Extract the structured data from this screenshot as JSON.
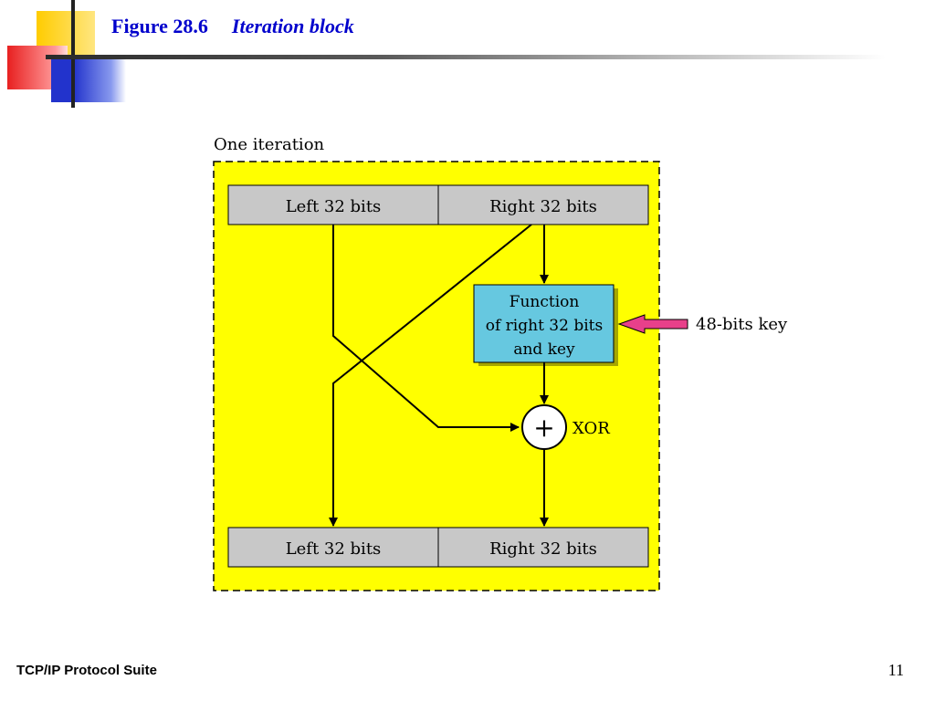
{
  "slide": {
    "figure_number": "Figure 28.6",
    "figure_title": "Iteration block",
    "footer_text": "TCP/IP Protocol Suite",
    "page_number": "11"
  },
  "colors": {
    "title": "#0000cc",
    "block_background": "#ffff00",
    "register_fill": "#c8c8c8",
    "function_fill": "#66c8e0",
    "key_arrow": "#e8408a",
    "deco_yellow": "#ffcc00",
    "deco_red": "#e83030",
    "deco_blue": "#2233cc"
  },
  "diagram": {
    "caption": "One iteration",
    "top_left_label": "Left 32 bits",
    "top_right_label": "Right 32 bits",
    "function_lines": [
      "Function",
      "of right 32 bits",
      "and key"
    ],
    "key_label": "48-bits key",
    "xor_symbol": "+",
    "xor_label": "XOR",
    "bottom_left_label": "Left 32 bits",
    "bottom_right_label": "Right 32 bits"
  }
}
